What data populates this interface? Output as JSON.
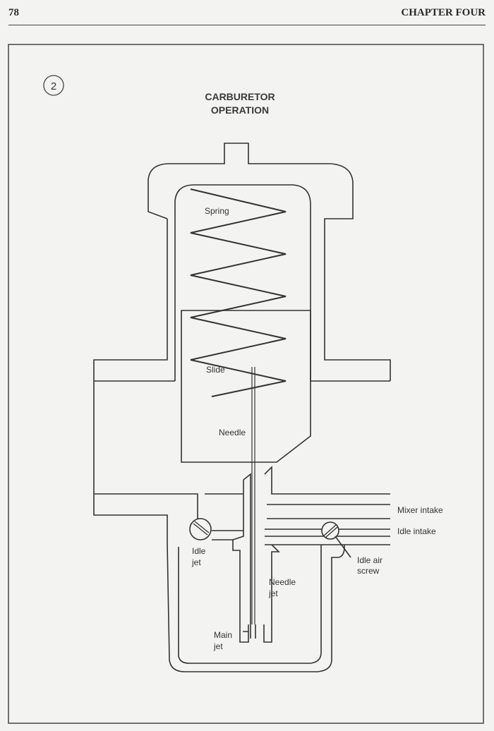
{
  "header": {
    "page_number": "78",
    "chapter": "CHAPTER FOUR"
  },
  "figure": {
    "number": "2",
    "title_line1": "CARBURETOR",
    "title_line2": "OPERATION",
    "labels": {
      "spring": "Spring",
      "slide": "Slide",
      "needle": "Needle",
      "mixer_intake": "Mixer intake",
      "idle_intake": "Idle intake",
      "idle_air_screw_1": "Idle air",
      "idle_air_screw_2": "screw",
      "idle_jet_1": "Idle",
      "idle_jet_2": "jet",
      "needle_jet_1": "Needle",
      "needle_jet_2": "jet",
      "main_jet_1": "Main",
      "main_jet_2": "jet"
    }
  }
}
